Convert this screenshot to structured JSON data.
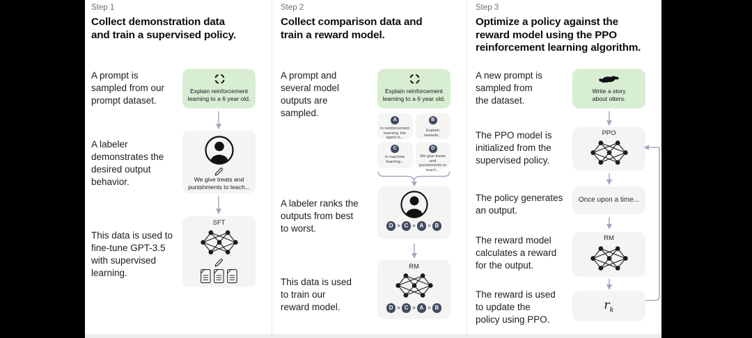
{
  "colors": {
    "accent_green": "#d7eed2",
    "box_gray": "#f4f4f2",
    "arrow_purple": "#a8a5c0",
    "pill_navy": "#3f4b61"
  },
  "step1": {
    "label": "Step 1",
    "heading": "Collect demonstration data\nand train a supervised policy.",
    "text_prompt": "A prompt is\nsampled from our\nprompt dataset.",
    "text_labeler": "A labeler\ndemonstrates the\ndesired output\nbehavior.",
    "text_finetune": "This data is used to\nfine-tune GPT-3.5\nwith supervised\nlearning.",
    "prompt_box_text": "Explain reinforcement\nlearning to a 6 year old.",
    "labeler_box_text": "We give treats and\npunishments to teach...",
    "model_label": "SFT"
  },
  "step2": {
    "label": "Step 2",
    "heading": "Collect comparison data and\ntrain a reward model.",
    "text_prompt": "A prompt and\nseveral model\noutputs are\nsampled.",
    "text_rank": "A labeler ranks the\noutputs from best\nto worst.",
    "text_train": "This data is used\nto train our\nreward model.",
    "prompt_box_text": "Explain reinforcement\nlearning to a 6 year old.",
    "samples": [
      {
        "letter": "A",
        "text": "In reinforcement\nlearning, the\nagent is..."
      },
      {
        "letter": "B",
        "text": "Explain rewards..."
      },
      {
        "letter": "C",
        "text": "In machine\nlearning..."
      },
      {
        "letter": "D",
        "text": "We give treats and\npunishments to\nteach..."
      }
    ],
    "ranking": {
      "order": [
        "D",
        "C",
        "A",
        "B"
      ],
      "sep": ">"
    },
    "model_label": "RM"
  },
  "step3": {
    "label": "Step 3",
    "heading": "Optimize a policy against the\nreward model using the PPO\nreinforcement learning algorithm.",
    "text_prompt": "A new prompt is\nsampled from\nthe dataset.",
    "text_init": "The PPO model is\ninitialized from the\nsupervised policy.",
    "text_output": "The policy generates\nan output.",
    "text_reward": "The reward model\ncalculates a reward\nfor the output.",
    "text_update": "The reward is used\nto update the\npolicy using PPO.",
    "prompt_box_text": "Write a story\nabout otters.",
    "ppo_label": "PPO",
    "output_box_text": "Once upon a time...",
    "rm_label": "RM",
    "reward_base": "r",
    "reward_sub": "k"
  }
}
